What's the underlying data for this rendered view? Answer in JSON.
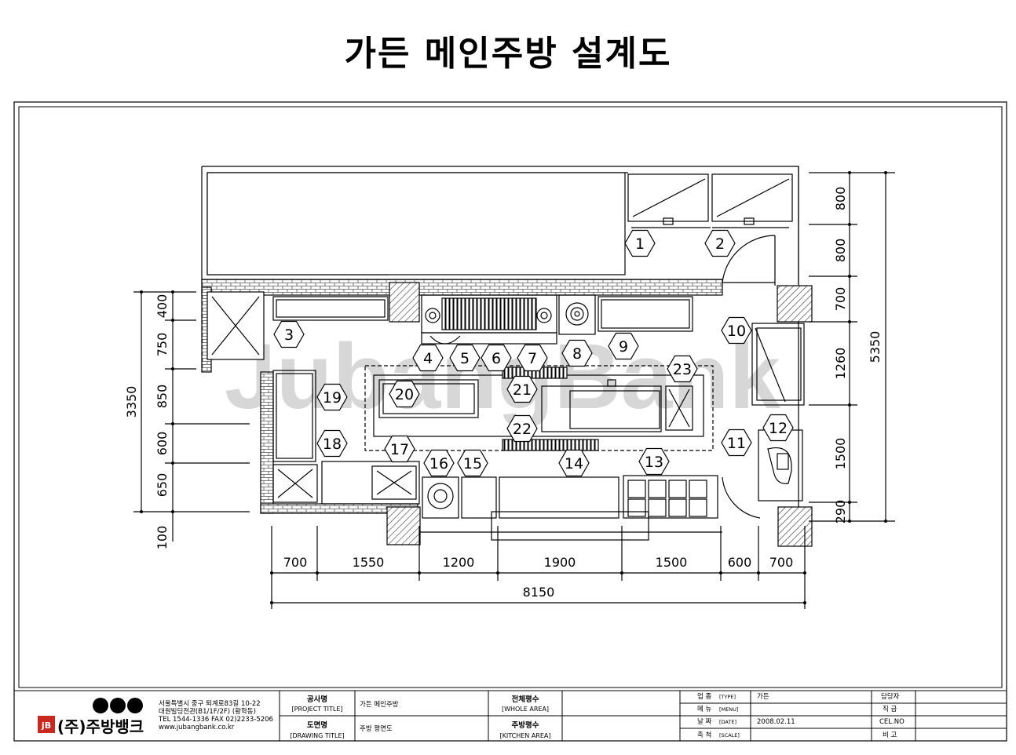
{
  "title": "가든 메인주방 설계도",
  "watermark": "JubangBank",
  "equipment_numbers": [
    "1",
    "2",
    "3",
    "4",
    "5",
    "6",
    "7",
    "8",
    "9",
    "10",
    "11",
    "12",
    "13",
    "14",
    "15",
    "16",
    "17",
    "18",
    "19",
    "20",
    "21",
    "22",
    "23"
  ],
  "dimensions": {
    "bottom": [
      "700",
      "1550",
      "1200",
      "1900",
      "1500",
      "600",
      "700"
    ],
    "bottom_total": "8150",
    "left": [
      "400",
      "750",
      "850",
      "600",
      "650",
      "100"
    ],
    "left_total": "3350",
    "right": [
      "800",
      "800",
      "700",
      "1260",
      "1500",
      "290"
    ],
    "right_total": "5350"
  },
  "title_block": {
    "company_address": "서울특별시 중구 퇴계로83길 10-22",
    "company_building": "대원빌딩전관(B1/1F/2F) (황학동)",
    "company_contact": "TEL 1544-1336  FAX 02)2233-5206",
    "company_web": "www.jubangbank.co.kr",
    "logo_text": "(주)주방뱅크",
    "project_label": "공사명",
    "project_label_en": "[PROJECT TITLE]",
    "project_value": "가든 메인주방",
    "drawing_label": "도면명",
    "drawing_label_en": "[DRAWING TITLE]",
    "drawing_value": "주방 평면도",
    "whole_area_label": "전체평수",
    "whole_area_label_en": "[WHOLE AREA]",
    "kitchen_area_label": "주방평수",
    "kitchen_area_label_en": "[KITCHEN AREA]",
    "type_label": "업 종",
    "type_label_en": "[TYPE]",
    "type_value": "가든",
    "menu_label": "메 뉴",
    "menu_label_en": "[MENU]",
    "date_label": "날 짜",
    "date_label_en": "[DATE]",
    "date_value": "2008.02.11",
    "scale_label": "축 척",
    "scale_label_en": "[SCALE]",
    "manager_label": "담당자",
    "position_label": "직 급",
    "cel_label": "CEL.NO",
    "note_label": "비 고"
  }
}
